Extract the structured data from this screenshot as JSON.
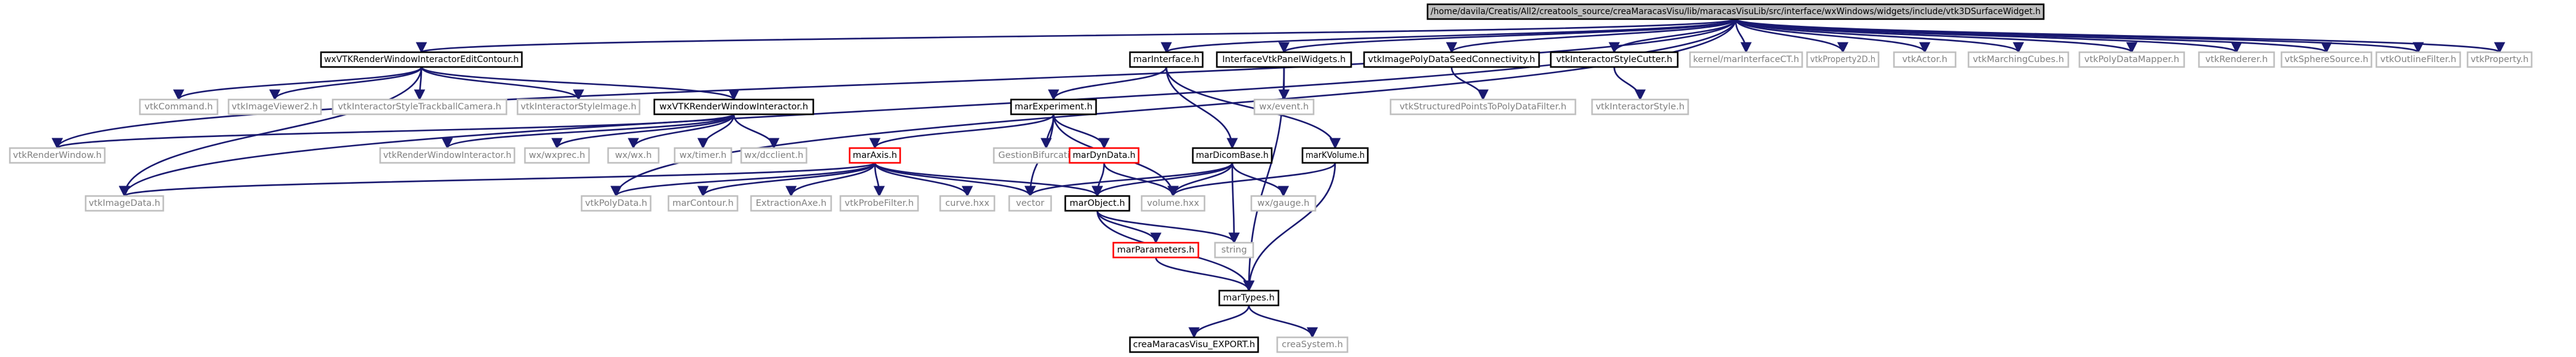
{
  "graph": {
    "title": "Include dependency graph",
    "colors": {
      "edge": "#191970",
      "root_fill": "#bfbfbf",
      "node_fill": "#ffffff",
      "default_border": "#000000",
      "external_border": "#bfbfbf",
      "warning_border": "#ff0000",
      "text": "#000000",
      "external_text": "#808080"
    },
    "nodes": [
      {
        "id": "root",
        "label": "/home/davila/Creatis/All2/creatools_source/creaMaracasVisu/lib/maracasVisuLib/src/interface/wxWindows/widgets/include/vtk3DSurfaceWidget.h",
        "kind": "root"
      },
      {
        "id": "wxVTKEditContour",
        "label": "wxVTKRenderWindowInteractorEditContour.h",
        "kind": "default"
      },
      {
        "id": "marInterface",
        "label": "marInterface.h",
        "kind": "default"
      },
      {
        "id": "InterfaceVtkPanelWidgets",
        "label": "InterfaceVtkPanelWidgets.h",
        "kind": "default"
      },
      {
        "id": "vtkImagePolyDataSeedConnectivity",
        "label": "vtkImagePolyDataSeedConnectivity.h",
        "kind": "default"
      },
      {
        "id": "vtkInteractorStyleCutter",
        "label": "vtkInteractorStyleCutter.h",
        "kind": "default"
      },
      {
        "id": "kernelmarInterfaceCT",
        "label": "kernel/marInterfaceCT.h",
        "kind": "external"
      },
      {
        "id": "vtkProperty2D",
        "label": "vtkProperty2D.h",
        "kind": "external"
      },
      {
        "id": "vtkActor",
        "label": "vtkActor.h",
        "kind": "external"
      },
      {
        "id": "vtkMarchingCubes",
        "label": "vtkMarchingCubes.h",
        "kind": "external"
      },
      {
        "id": "vtkPolyDataMapper",
        "label": "vtkPolyDataMapper.h",
        "kind": "external"
      },
      {
        "id": "vtkRenderer",
        "label": "vtkRenderer.h",
        "kind": "external"
      },
      {
        "id": "vtkSphereSource",
        "label": "vtkSphereSource.h",
        "kind": "external"
      },
      {
        "id": "vtkOutlineFilter",
        "label": "vtkOutlineFilter.h",
        "kind": "external"
      },
      {
        "id": "vtkProperty",
        "label": "vtkProperty.h",
        "kind": "external"
      },
      {
        "id": "vtkCommand",
        "label": "vtkCommand.h",
        "kind": "external"
      },
      {
        "id": "vtkImageViewer2",
        "label": "vtkImageViewer2.h",
        "kind": "external"
      },
      {
        "id": "vtkInteractorStyleTrackballCamera",
        "label": "vtkInteractorStyleTrackballCamera.h",
        "kind": "external"
      },
      {
        "id": "vtkInteractorStyleImage",
        "label": "vtkInteractorStyleImage.h",
        "kind": "external"
      },
      {
        "id": "wxVTKRWI",
        "label": "wxVTKRenderWindowInteractor.h",
        "kind": "default"
      },
      {
        "id": "marExperiment",
        "label": "marExperiment.h",
        "kind": "default"
      },
      {
        "id": "wxevent",
        "label": "wx/event.h",
        "kind": "external"
      },
      {
        "id": "vtkStructuredPointsToPolyDataFilter",
        "label": "vtkStructuredPointsToPolyDataFilter.h",
        "kind": "external"
      },
      {
        "id": "vtkInteractorStyle",
        "label": "vtkInteractorStyle.h",
        "kind": "external"
      },
      {
        "id": "vtkRenderWindow",
        "label": "vtkRenderWindow.h",
        "kind": "external"
      },
      {
        "id": "vtkRenderWindowInteractor",
        "label": "vtkRenderWindowInteractor.h",
        "kind": "external"
      },
      {
        "id": "wxwxprec",
        "label": "wx/wxprec.h",
        "kind": "external"
      },
      {
        "id": "wxwx",
        "label": "wx/wx.h",
        "kind": "external"
      },
      {
        "id": "wxtimer",
        "label": "wx/timer.h",
        "kind": "external"
      },
      {
        "id": "wxdcclient",
        "label": "wx/dcclient.h",
        "kind": "external"
      },
      {
        "id": "marAxis",
        "label": "marAxis.h",
        "kind": "warning"
      },
      {
        "id": "GestionBifurcations",
        "label": "GestionBifurcations.h",
        "kind": "external"
      },
      {
        "id": "marDynData",
        "label": "marDynData.h",
        "kind": "warning"
      },
      {
        "id": "marDicomBase",
        "label": "marDicomBase.h",
        "kind": "default"
      },
      {
        "id": "marKVolume",
        "label": "marKVolume.h",
        "kind": "default"
      },
      {
        "id": "vtkImageData",
        "label": "vtkImageData.h",
        "kind": "external"
      },
      {
        "id": "vtkPolyData",
        "label": "vtkPolyData.h",
        "kind": "external"
      },
      {
        "id": "marContour",
        "label": "marContour.h",
        "kind": "external"
      },
      {
        "id": "ExtractionAxe",
        "label": "ExtractionAxe.h",
        "kind": "external"
      },
      {
        "id": "vtkProbeFilter",
        "label": "vtkProbeFilter.h",
        "kind": "external"
      },
      {
        "id": "curvehxx",
        "label": "curve.hxx",
        "kind": "external"
      },
      {
        "id": "vector",
        "label": "vector",
        "kind": "external"
      },
      {
        "id": "marObject",
        "label": "marObject.h",
        "kind": "default"
      },
      {
        "id": "volumehxx",
        "label": "volume.hxx",
        "kind": "external"
      },
      {
        "id": "wxgauge",
        "label": "wx/gauge.h",
        "kind": "external"
      },
      {
        "id": "string",
        "label": "string",
        "kind": "external"
      },
      {
        "id": "marParameters",
        "label": "marParameters.h",
        "kind": "warning"
      },
      {
        "id": "marTypes",
        "label": "marTypes.h",
        "kind": "default"
      },
      {
        "id": "creaMaracasVisuExport",
        "label": "creaMaracasVisu_EXPORT.h",
        "kind": "default"
      },
      {
        "id": "creaSystem",
        "label": "creaSystem.h",
        "kind": "external"
      }
    ],
    "edges": [
      [
        "root",
        "wxVTKEditContour"
      ],
      [
        "root",
        "marInterface"
      ],
      [
        "root",
        "InterfaceVtkPanelWidgets"
      ],
      [
        "root",
        "vtkImagePolyDataSeedConnectivity"
      ],
      [
        "root",
        "vtkInteractorStyleCutter"
      ],
      [
        "root",
        "kernelmarInterfaceCT"
      ],
      [
        "root",
        "vtkProperty2D"
      ],
      [
        "root",
        "vtkActor"
      ],
      [
        "root",
        "vtkMarchingCubes"
      ],
      [
        "root",
        "vtkPolyDataMapper"
      ],
      [
        "root",
        "vtkRenderer"
      ],
      [
        "root",
        "vtkSphereSource"
      ],
      [
        "root",
        "vtkOutlineFilter"
      ],
      [
        "root",
        "vtkProperty"
      ],
      [
        "root",
        "vtkRenderWindow"
      ],
      [
        "root",
        "vtkImageData"
      ],
      [
        "root",
        "vtkPolyData"
      ],
      [
        "wxVTKEditContour",
        "vtkCommand"
      ],
      [
        "wxVTKEditContour",
        "vtkImageViewer2"
      ],
      [
        "wxVTKEditContour",
        "vtkInteractorStyleTrackballCamera"
      ],
      [
        "wxVTKEditContour",
        "vtkInteractorStyleImage"
      ],
      [
        "wxVTKEditContour",
        "wxVTKRWI"
      ],
      [
        "wxVTKEditContour",
        "vtkImageData"
      ],
      [
        "wxVTKRWI",
        "vtkRenderWindow"
      ],
      [
        "wxVTKRWI",
        "vtkRenderWindowInteractor"
      ],
      [
        "wxVTKRWI",
        "wxwxprec"
      ],
      [
        "wxVTKRWI",
        "wxwx"
      ],
      [
        "wxVTKRWI",
        "wxtimer"
      ],
      [
        "wxVTKRWI",
        "wxdcclient"
      ],
      [
        "marInterface",
        "marExperiment"
      ],
      [
        "marInterface",
        "marDicomBase"
      ],
      [
        "marInterface",
        "marKVolume"
      ],
      [
        "InterfaceVtkPanelWidgets",
        "wxevent"
      ],
      [
        "InterfaceVtkPanelWidgets",
        "marTypes"
      ],
      [
        "vtkImagePolyDataSeedConnectivity",
        "vtkStructuredPointsToPolyDataFilter"
      ],
      [
        "vtkInteractorStyleCutter",
        "vtkInteractorStyle"
      ],
      [
        "marExperiment",
        "marAxis"
      ],
      [
        "marExperiment",
        "GestionBifurcations"
      ],
      [
        "marExperiment",
        "marDynData"
      ],
      [
        "marExperiment",
        "vector"
      ],
      [
        "marExperiment",
        "volumehxx"
      ],
      [
        "marAxis",
        "vtkImageData"
      ],
      [
        "marAxis",
        "vtkPolyData"
      ],
      [
        "marAxis",
        "marContour"
      ],
      [
        "marAxis",
        "ExtractionAxe"
      ],
      [
        "marAxis",
        "vtkProbeFilter"
      ],
      [
        "marAxis",
        "curvehxx"
      ],
      [
        "marAxis",
        "vector"
      ],
      [
        "marAxis",
        "marObject"
      ],
      [
        "marDynData",
        "marObject"
      ],
      [
        "marDynData",
        "volumehxx"
      ],
      [
        "marDicomBase",
        "vector"
      ],
      [
        "marDicomBase",
        "marObject"
      ],
      [
        "marDicomBase",
        "volumehxx"
      ],
      [
        "marDicomBase",
        "wxgauge"
      ],
      [
        "marDicomBase",
        "string"
      ],
      [
        "marKVolume",
        "volumehxx"
      ],
      [
        "marKVolume",
        "marTypes"
      ],
      [
        "marObject",
        "string"
      ],
      [
        "marObject",
        "marParameters"
      ],
      [
        "marObject",
        "marTypes"
      ],
      [
        "marParameters",
        "marTypes"
      ],
      [
        "marTypes",
        "creaMaracasVisuExport"
      ],
      [
        "marTypes",
        "creaSystem"
      ]
    ]
  }
}
